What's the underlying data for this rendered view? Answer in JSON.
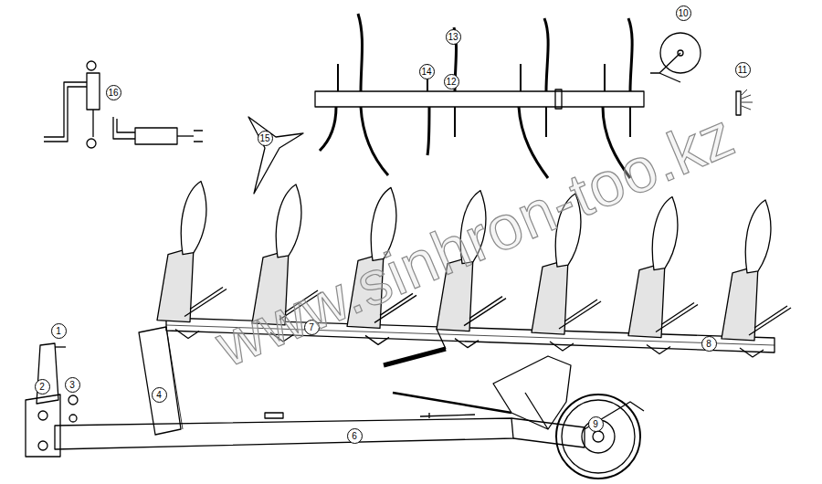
{
  "diagram": {
    "labels": [
      "1",
      "2",
      "3",
      "4",
      "6",
      "7",
      "8",
      "9",
      "10",
      "11",
      "12",
      "13",
      "14",
      "15",
      "16",
      "www.sinhron-too.kz"
    ]
  }
}
